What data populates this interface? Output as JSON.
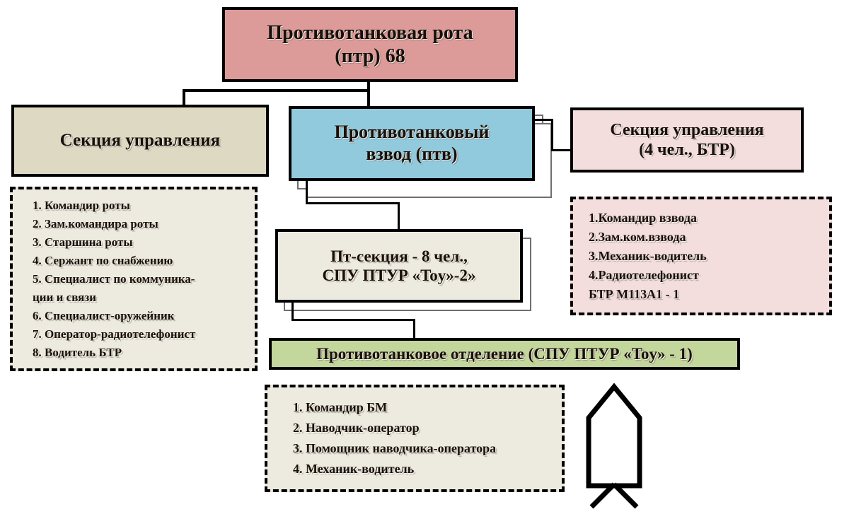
{
  "diagram": {
    "title_node": {
      "line1": "Противотанковая  рота",
      "line2": "(птр) 68",
      "color": "#dc9a99"
    },
    "control_section_left": {
      "label": "Секция управления",
      "color": "#ddd9c3"
    },
    "platoon": {
      "line1": "Противотанковый",
      "line2": "взвод (птв)",
      "color": "#92cadd"
    },
    "control_section_right": {
      "line1": "Секция управления",
      "line2": "(4 чел., БТР)",
      "color": "#f4dedd"
    },
    "at_section": {
      "line1": "Пт-секция  - 8 чел.,",
      "line2": "СПУ ПТУР «Toy»-2»",
      "color": "#edebe0"
    },
    "at_squad": {
      "label": "Противотанковое отделение (СПУ ПТУР «Toy» - 1)",
      "color": "#c3d69b"
    },
    "company_roster": {
      "items": [
        "1. Командир роты",
        "2. Зам.командира роты",
        "3. Старшина роты",
        "4. Сержант по снабжению",
        "5. Специалист по коммуника-",
        "ции и связи",
        "6. Специалист-оружейник",
        "7. Оператор-радиотелефонист",
        "8. Водитель БТР"
      ],
      "color": "#edebe0"
    },
    "platoon_roster": {
      "items": [
        "1.Командир взвода",
        "2.Зам.ком.взвода",
        "3.Механик-водитель",
        "4.Радиотелефонист",
        "БТР М113А1 - 1"
      ],
      "color": "#f4dedd"
    },
    "squad_roster": {
      "items": [
        "1. Командир БМ",
        " 2. Наводчик-оператор",
        "3. Помощник наводчика-оператора",
        " 4. Механик-водитель"
      ],
      "color": "#edebe0"
    },
    "symbol": {
      "name": "atgm-launcher-symbol",
      "color": "#000000"
    }
  }
}
